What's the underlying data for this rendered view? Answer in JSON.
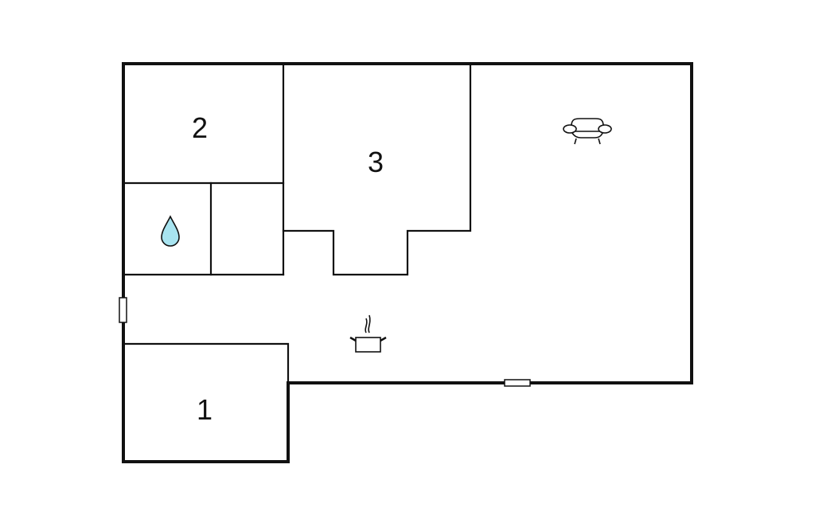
{
  "rooms": [
    {
      "label": "1",
      "type": "bedroom"
    },
    {
      "label": "2",
      "type": "bedroom"
    },
    {
      "label": "3",
      "type": "bedroom"
    }
  ],
  "icons": {
    "bathroom": "water-drop-icon",
    "kitchen": "cooking-pot-icon",
    "living": "sofa-icon"
  },
  "colors": {
    "wall": "#111111",
    "water": "#a8e4f0",
    "background": "#ffffff"
  }
}
